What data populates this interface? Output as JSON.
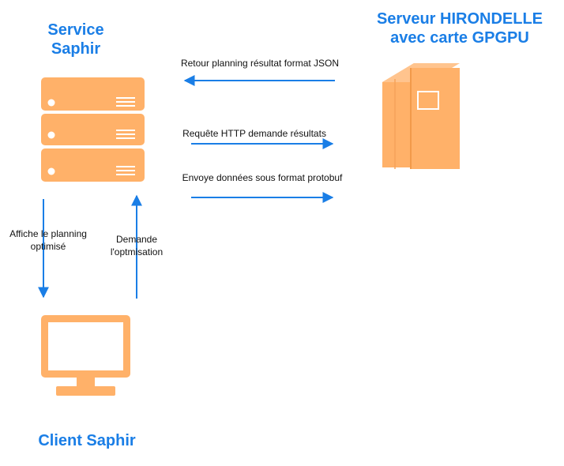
{
  "titles": {
    "service": "Service\nSaphir",
    "server": "Serveur HIRONDELLE\navec carte GPGPU",
    "client": "Client Saphir"
  },
  "labels": {
    "retour": "Retour planning résultat format JSON",
    "requete": "Requête HTTP demande résultats",
    "envoye": "Envoye données sous format protobuf",
    "affiche": "Affiche le planning\noptimisé",
    "demande": "Demande\nl'optmisation"
  },
  "icons": {
    "service": "server-rack-icon",
    "server": "computer-tower-icon",
    "client": "monitor-icon"
  },
  "colors": {
    "title": "#1a7ee6",
    "icon": "#ffb169",
    "arrow": "#1a7ee6"
  }
}
